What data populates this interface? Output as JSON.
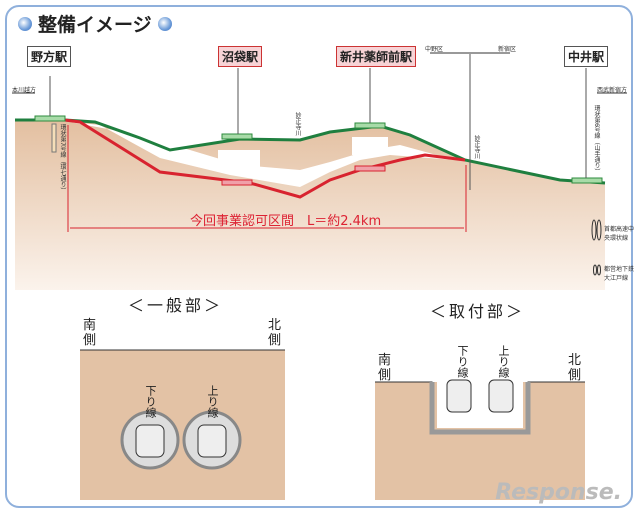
{
  "title": "整備イメージ",
  "stations": [
    "野方駅",
    "沼袋駅",
    "新井薬師前駅",
    "中井駅"
  ],
  "directions": {
    "west": "本川越方",
    "east": "西武新宿方"
  },
  "wards": {
    "left": "中野区",
    "right": "新宿区"
  },
  "roads": {
    "kan7": "環状第7号線（環七通り）",
    "kan6": "環状第6号線（山手通り）"
  },
  "river": "妙正寺川",
  "span": "今回事業認可区間　L＝約2.4km",
  "legend": {
    "expressway": "首都高速中央環状線",
    "subway": "都営地下鉄大江戸線"
  },
  "general": {
    "title": "＜一般部＞",
    "south": "南側",
    "north": "北側",
    "down": "下り線",
    "up": "上り線"
  },
  "approach": {
    "title": "＜取付部＞",
    "south": "南側",
    "north": "北側",
    "down": "下り線",
    "up": "上り線"
  },
  "watermark": "Response."
}
